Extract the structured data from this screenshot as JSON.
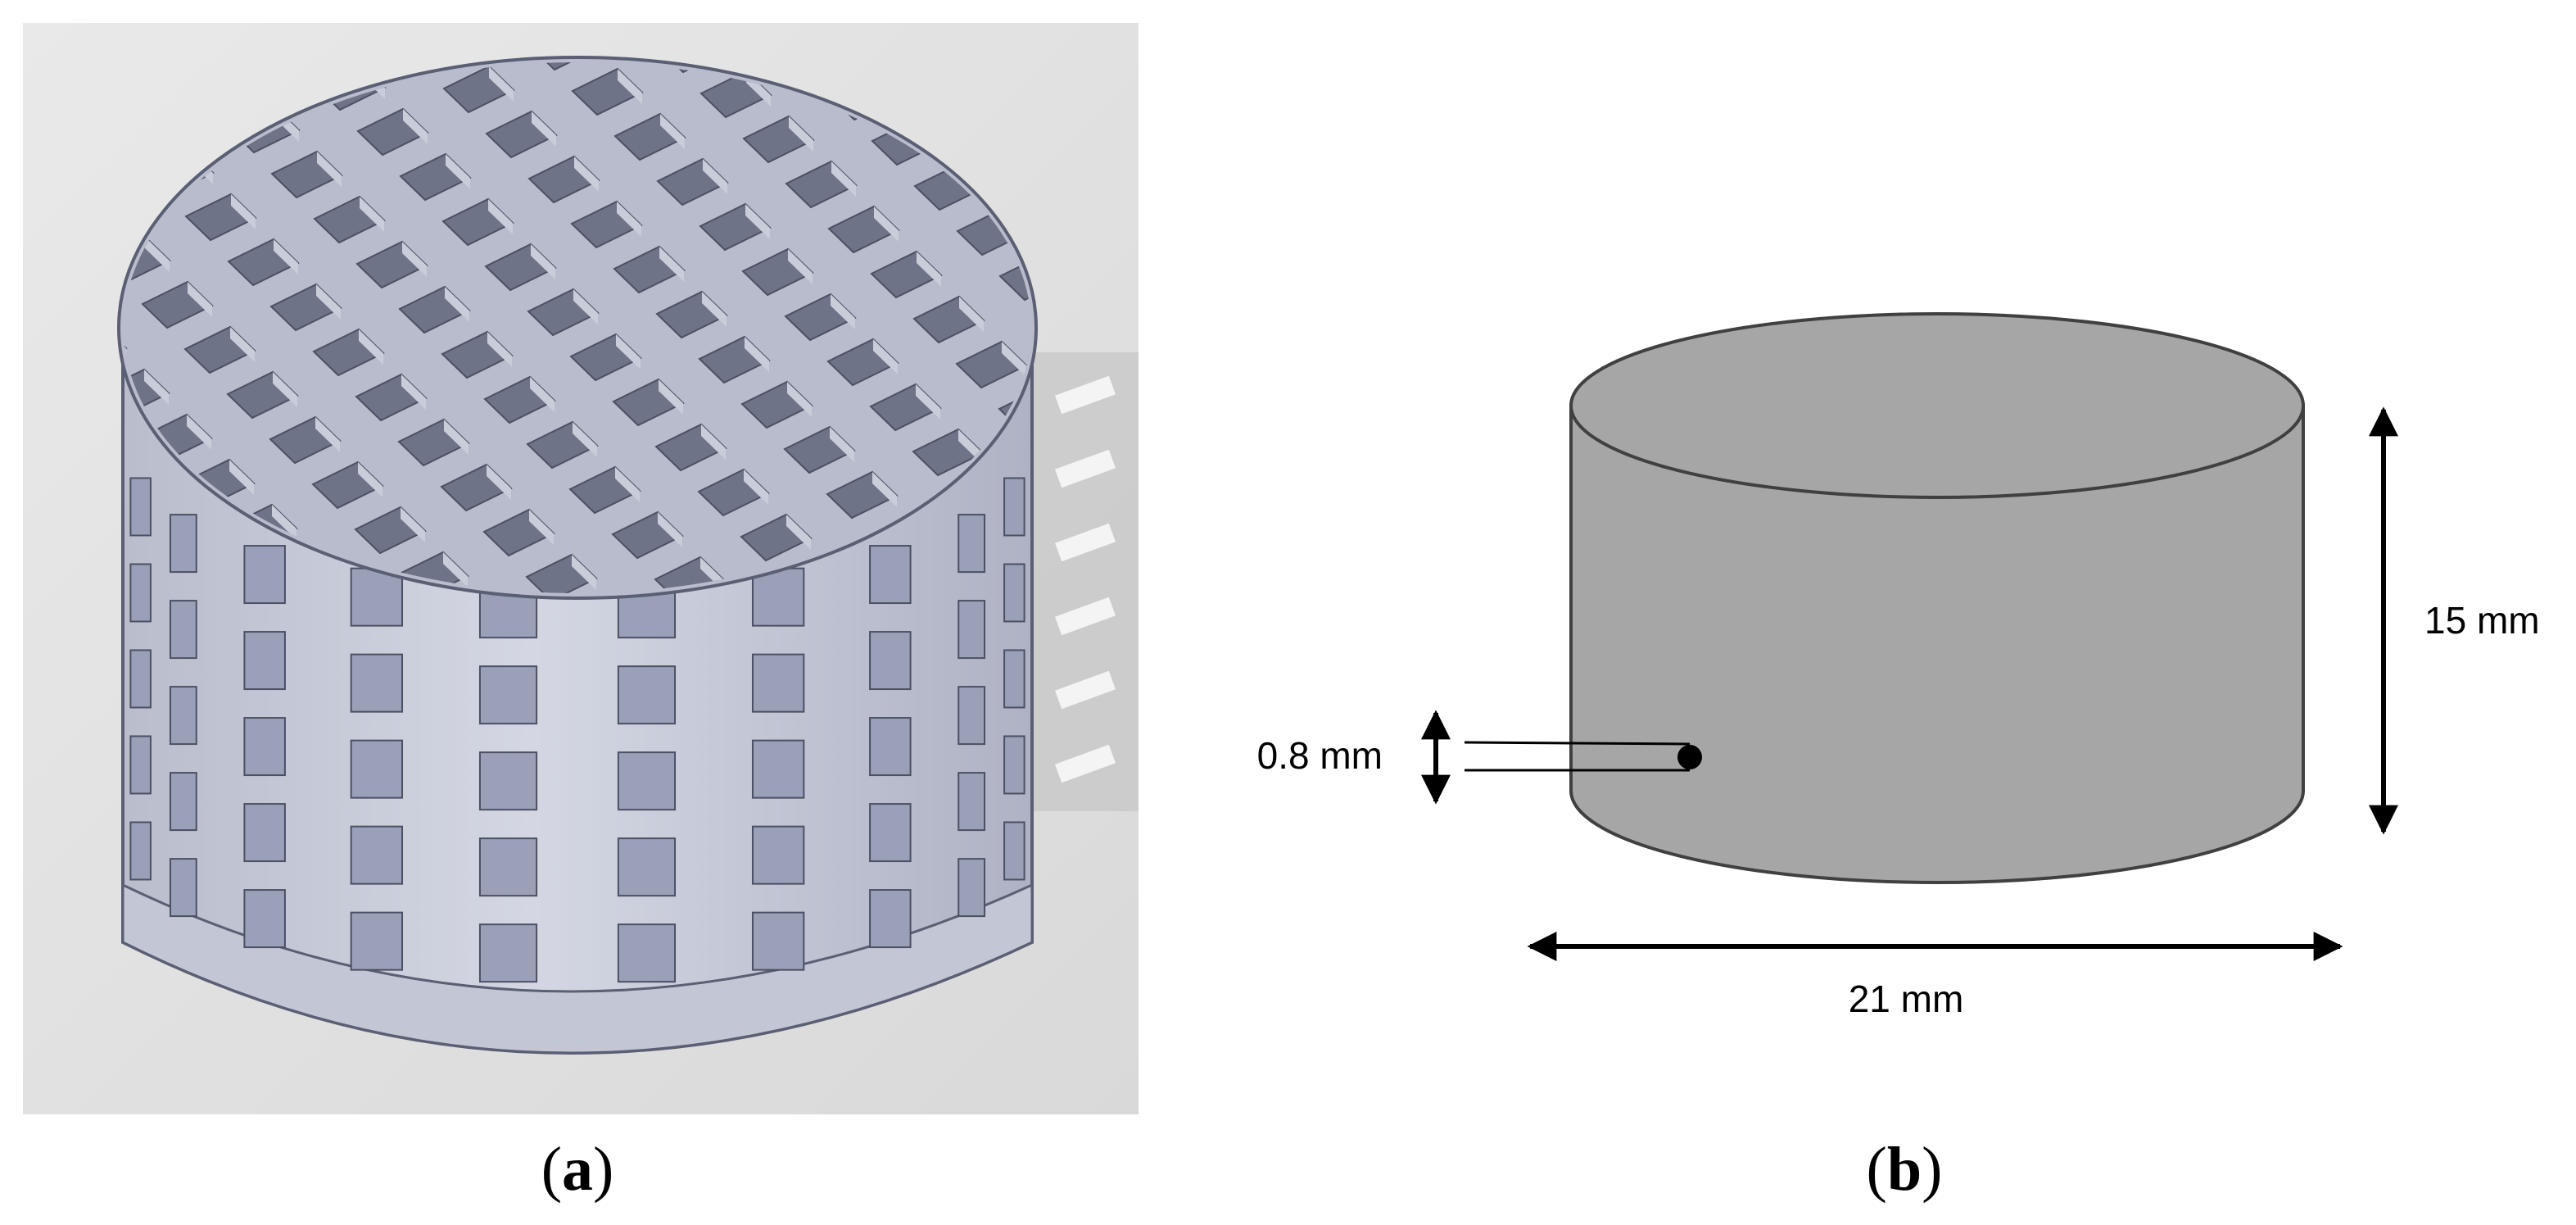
{
  "panels": [
    {
      "id": "a",
      "caption_open": "(",
      "caption_letter": "a",
      "caption_close": ")"
    },
    {
      "id": "b",
      "caption_open": "(",
      "caption_letter": "b",
      "caption_close": ")"
    }
  ],
  "dimensions": {
    "diameter": "21 mm",
    "height": "15 mm",
    "hole_diameter": "0.8 mm"
  },
  "colors": {
    "cylinder_fill": "#a6a6a6",
    "cylinder_outline": "#404040",
    "lattice_light": "#c9ccd9",
    "lattice_dark": "#6e7388",
    "lattice_mid": "#9aa0b8",
    "photo_background": "#e4e4e4"
  }
}
